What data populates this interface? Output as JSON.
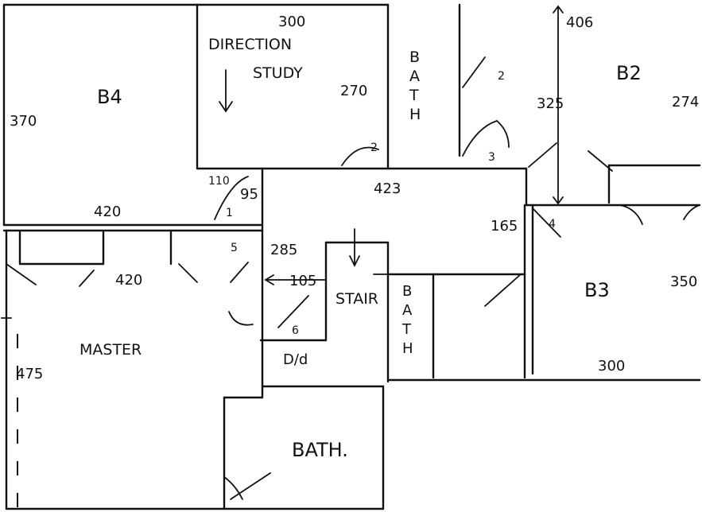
{
  "rooms": {
    "b4": "B4",
    "b2": "B2",
    "b3": "B3",
    "master": "MASTER",
    "direction_study": "DIRECTION",
    "study": "STUDY",
    "bath_top": [
      "B",
      "A",
      "T",
      "H"
    ],
    "bath_mid": [
      "B",
      "A",
      "T",
      "H"
    ],
    "bath_bottom": "BATH.",
    "stair": "STAIR",
    "dressing": "D/d"
  },
  "dimensions": {
    "b4_side": "370",
    "b4_bottom": "420",
    "study_top": "300",
    "study_side": "270",
    "b2_top": "406",
    "b2_side": "274",
    "b2_door": "325",
    "hall": "423",
    "hall_small": "165",
    "landing": "110",
    "landing_door": "95",
    "master_top": "420",
    "master_side": "475",
    "stair_landing": "285",
    "stair_width": "105",
    "b3_side": "350",
    "b3_bottom": "300"
  },
  "door_numbers": [
    "1",
    "2",
    "2",
    "3",
    "4",
    "5",
    "6"
  ]
}
